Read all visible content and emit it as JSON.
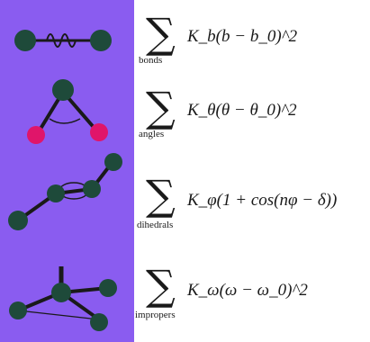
{
  "colors": {
    "panel": "#8a5cf0",
    "atom": "#1e4a3a",
    "highlight_atom": "#e0156a",
    "bond": "#1a1a1a"
  },
  "terms": [
    {
      "id": "bonds",
      "sigma": "∑",
      "sub": "bonds",
      "expr": "K_b(b − b_0)^2"
    },
    {
      "id": "angles",
      "sigma": "∑",
      "sub": "angles",
      "expr": "K_θ(θ − θ_0)^2"
    },
    {
      "id": "dihedrals",
      "sigma": "∑",
      "sub": "dihedrals",
      "expr": "K_φ(1 + cos(nφ − δ))"
    },
    {
      "id": "impropers",
      "sigma": "∑",
      "sub": "impropers",
      "expr": "K_ω(ω − ω_0)^2"
    }
  ],
  "icons": [
    "bond-spring-icon",
    "angle-bend-icon",
    "dihedral-torsion-icon",
    "improper-torsion-icon"
  ]
}
